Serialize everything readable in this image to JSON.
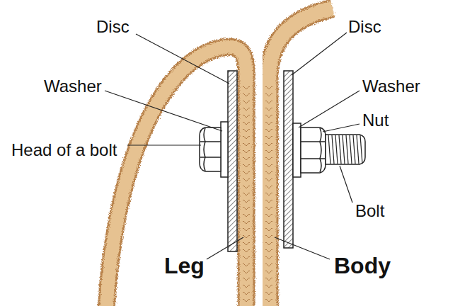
{
  "diagram": {
    "labels": [
      "Disc",
      "Disc",
      "Washer",
      "Washer",
      "Nut",
      "Head of a bolt",
      "Bolt",
      "Leg",
      "Body"
    ]
  }
}
